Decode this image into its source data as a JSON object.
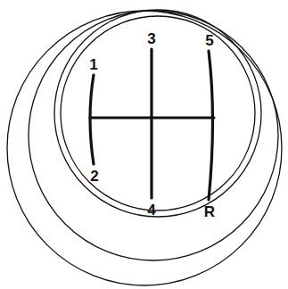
{
  "diagram": {
    "labels": [
      "1",
      "3",
      "5",
      "2",
      "4",
      "R"
    ]
  }
}
